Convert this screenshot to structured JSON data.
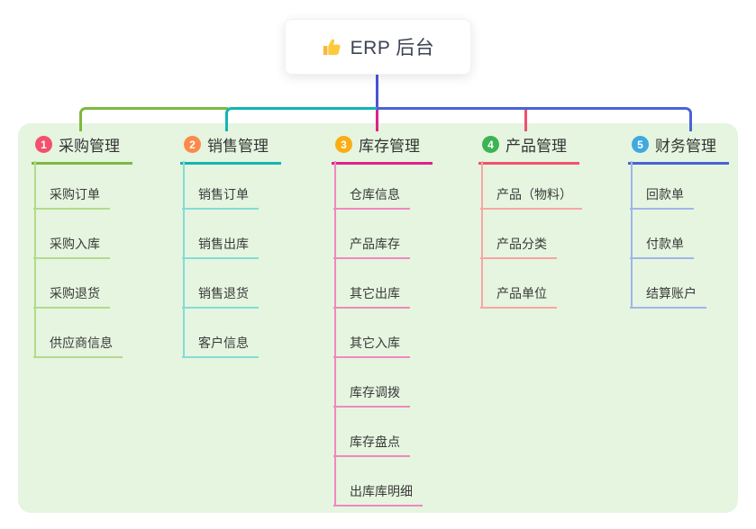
{
  "root": {
    "icon_name": "thumbs-up-icon",
    "icon_glyph": "👍",
    "label": "ERP 后台"
  },
  "canvas": {
    "background_color": "#ffffff",
    "panel_color": "#e5f5e0",
    "root_stem_color": "#4a55d2"
  },
  "branches": [
    {
      "index": "1",
      "label": "采购管理",
      "badge_color": "#f4516c",
      "line_color": "#7cb93e",
      "child_line_color": "#b4da8b",
      "children": [
        "采购订单",
        "采购入库",
        "采购退货",
        "供应商信息"
      ]
    },
    {
      "index": "2",
      "label": "销售管理",
      "badge_color": "#fb8a4b",
      "line_color": "#13b5b1",
      "child_line_color": "#84dcd6",
      "children": [
        "销售订单",
        "销售出库",
        "销售退货",
        "客户信息"
      ]
    },
    {
      "index": "3",
      "label": "库存管理",
      "badge_color": "#fbad16",
      "line_color": "#e0218a",
      "child_line_color": "#f287c0",
      "children": [
        "仓库信息",
        "产品库存",
        "其它出库",
        "其它入库",
        "库存调拨",
        "库存盘点",
        "出库库明细"
      ]
    },
    {
      "index": "4",
      "label": "产品管理",
      "badge_color": "#3cb354",
      "line_color": "#f2506e",
      "child_line_color": "#f9a5a5",
      "children": [
        "产品（物料）",
        "产品分类",
        "产品单位"
      ]
    },
    {
      "index": "5",
      "label": "财务管理",
      "badge_color": "#3fa9e0",
      "line_color": "#4a63d4",
      "child_line_color": "#9fb6e8",
      "children": [
        "回款单",
        "付款单",
        "结算账户"
      ]
    }
  ]
}
